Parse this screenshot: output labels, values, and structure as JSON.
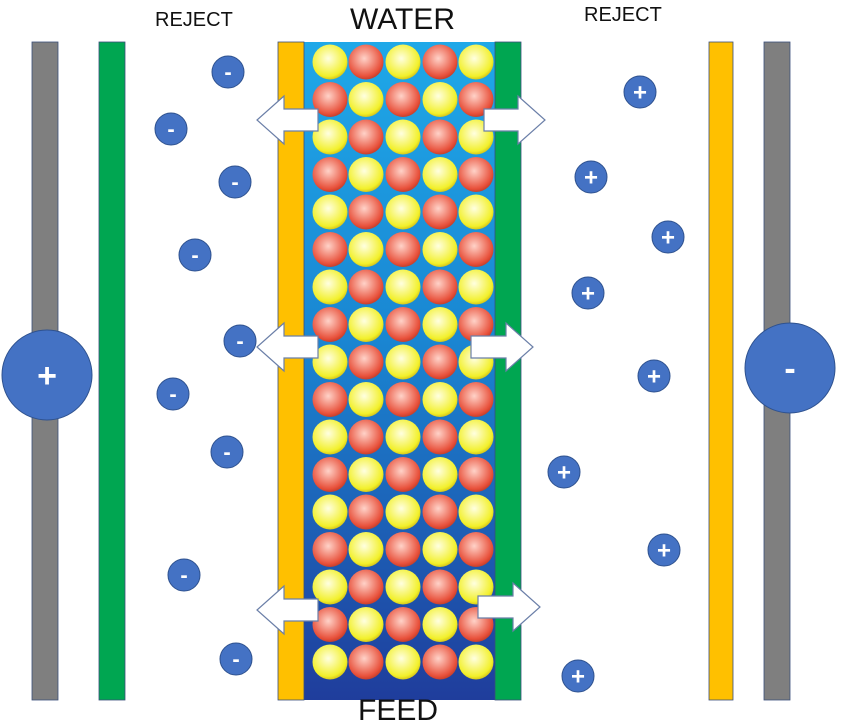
{
  "labels": {
    "reject_left": "REJECT",
    "reject_right": "REJECT",
    "water": "WATER",
    "feed": "FEED"
  },
  "electrodes": {
    "left_sign": "+",
    "right_sign": "-"
  },
  "ions": {
    "left_sign": "-",
    "right_sign": "+",
    "left_count": 9,
    "right_count": 8
  },
  "colors": {
    "electrode": "#7f7f7f",
    "cation_membrane": "#00a651",
    "anion_membrane": "#ffc000",
    "ion": "#4472c4",
    "channel_top": "#1fa8e8",
    "channel_bottom": "#1f3d9c",
    "ball_red": "#e8503a",
    "ball_yellow": "#f2f02a"
  }
}
